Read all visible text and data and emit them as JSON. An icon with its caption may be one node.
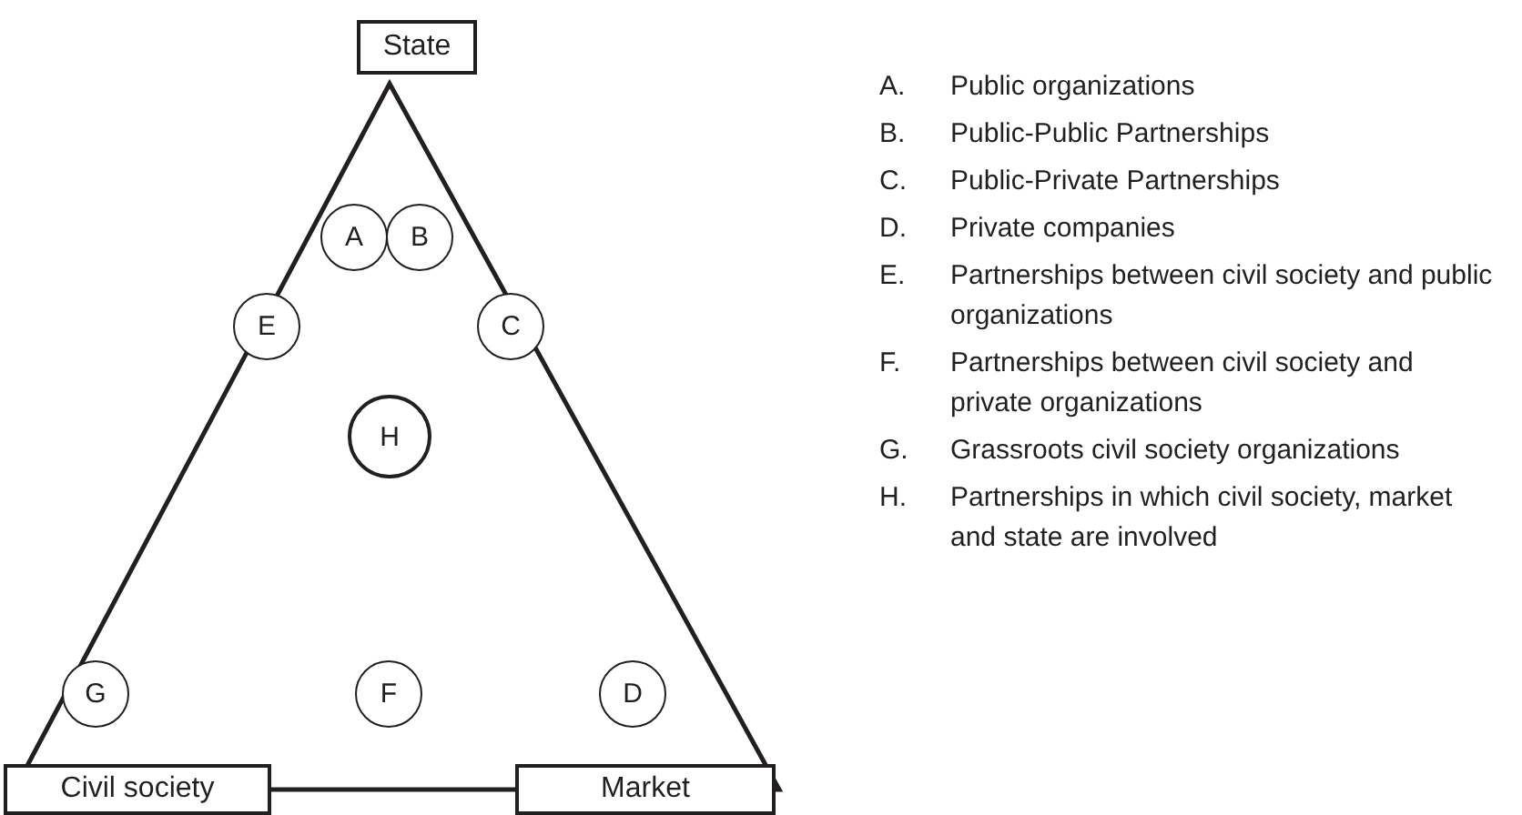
{
  "diagram": {
    "nodes": [
      {
        "text": [
          "State"
        ]
      },
      {
        "text": [
          "Civil society"
        ]
      },
      {
        "text": [
          "Market"
        ]
      },
      {
        "text": [
          "A"
        ]
      },
      {
        "text": [
          "B"
        ]
      },
      {
        "text": [
          "E"
        ]
      },
      {
        "text": [
          "C"
        ]
      },
      {
        "text": [
          "H"
        ]
      },
      {
        "text": [
          "G"
        ]
      },
      {
        "text": [
          "F"
        ]
      },
      {
        "text": [
          "D"
        ]
      }
    ],
    "labels": [
      "A.",
      "Public organizations",
      "B.",
      "Public-Public Partnerships",
      "C.",
      "Public-Private Partnerships",
      "D.",
      "Private companies",
      "E.",
      "Partnerships between civil society and public organizations",
      "F.",
      "Partnerships between civil society and private organizations",
      "G.",
      "Grassroots civil society organizations",
      "H.",
      "Partnerships in which civil society, market and state are involved"
    ]
  }
}
